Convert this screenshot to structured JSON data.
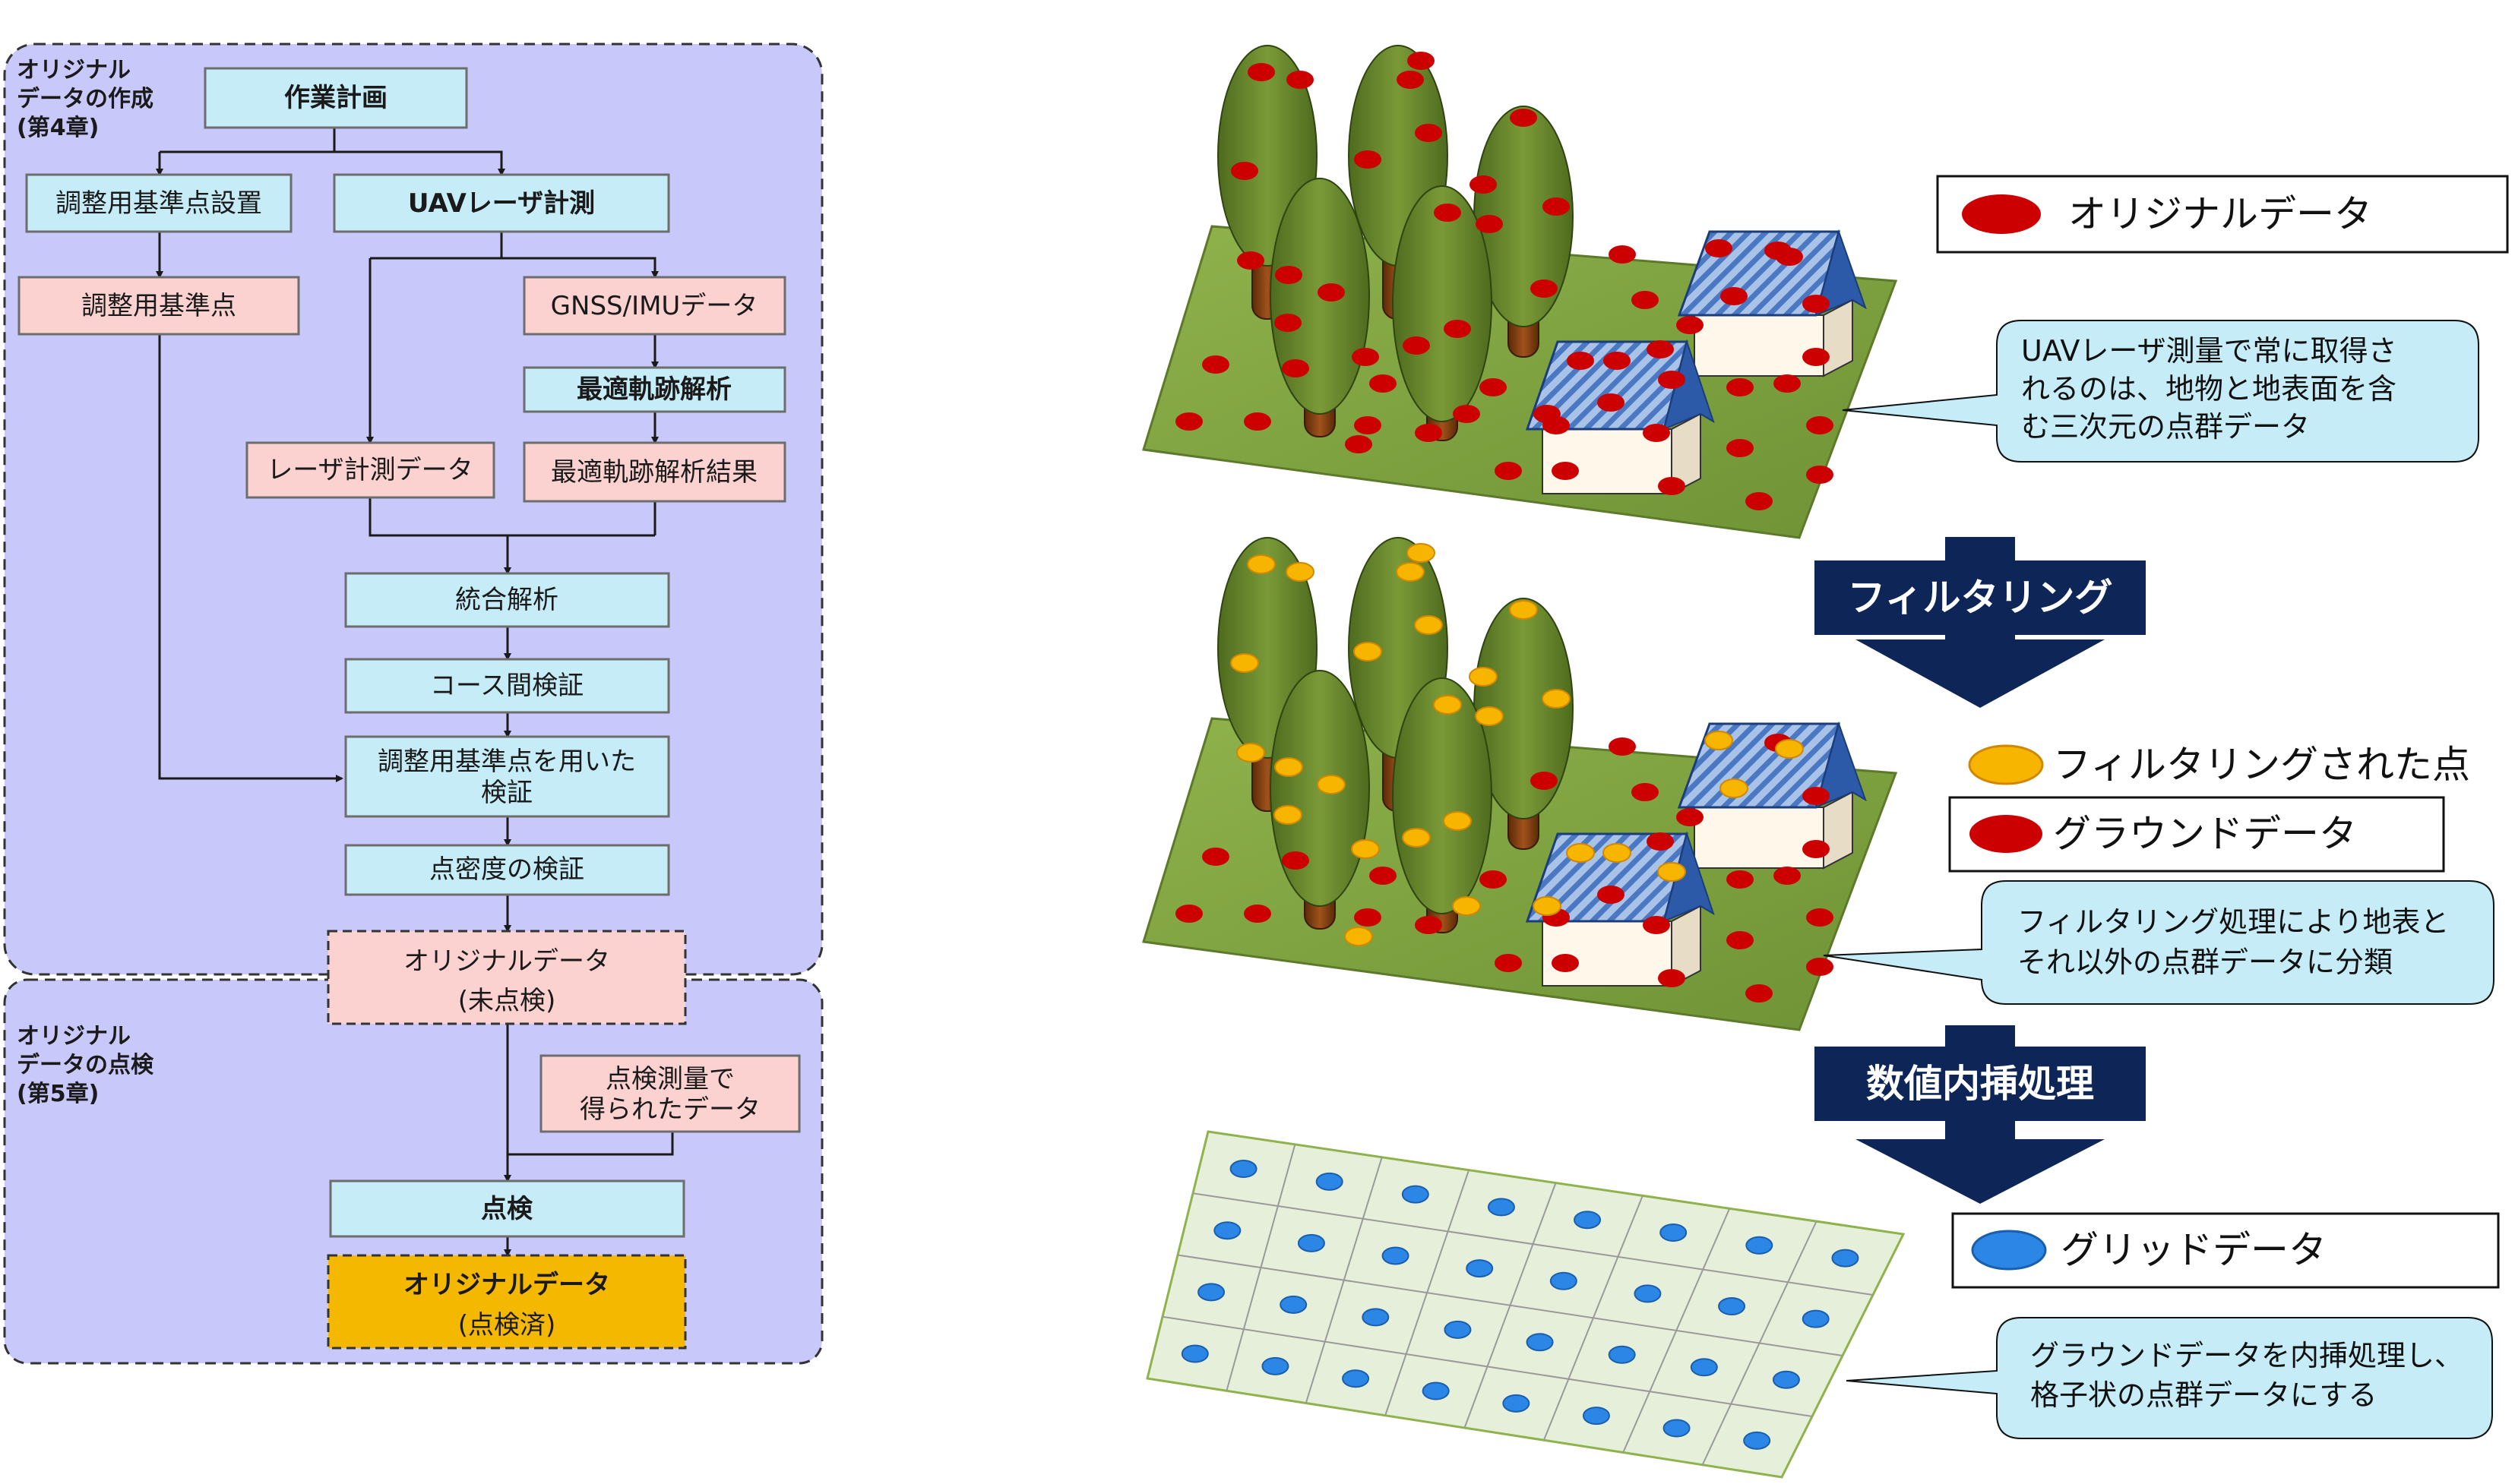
{
  "flowchart": {
    "section_create_label": [
      "オリジナル",
      "データの作成",
      "(第4章)"
    ],
    "section_inspect_label": [
      "オリジナル",
      "データの点検",
      "(第5章)"
    ],
    "work_plan": "作業計画",
    "adjust_point_setup": "調整用基準点設置",
    "uav_laser": "UAVレーザ計測",
    "adjust_point": "調整用基準点",
    "gnss_imu": "GNSS/IMUデータ",
    "optimal_traj": "最適軌跡解析",
    "laser_data": "レーザ計測データ",
    "optimal_traj_result": "最適軌跡解析結果",
    "integrated_analysis": "統合解析",
    "course_verify": "コース間検証",
    "adjust_verify": [
      "調整用基準点を用いた",
      "検証"
    ],
    "density_verify": "点密度の検証",
    "original_unchecked": "オリジナルデータ",
    "original_unchecked_sub": "(未点検)",
    "inspection_data": [
      "点検測量で",
      "得られたデータ"
    ],
    "inspection": "点検",
    "original_checked": "オリジナルデータ",
    "original_checked_sub": "(点検済)"
  },
  "illustration": {
    "legend_original": "オリジナルデータ",
    "callout_1": [
      "UAVレーザ測量で常に取得さ",
      "れるのは、地物と地表面を含",
      "む三次元の点群データ"
    ],
    "step_filter": "フィルタリング",
    "legend_filtered": "フィルタリングされた点",
    "legend_ground": "グラウンドデータ",
    "callout_2": [
      "フィルタリング処理により地表と",
      "それ以外の点群データに分類"
    ],
    "step_interp": "数値内挿処理",
    "legend_grid": "グリッドデータ",
    "callout_3": [
      "グラウンドデータを内挿処理し、",
      "格子状の点群データにする"
    ]
  },
  "colors": {
    "panel_create": "#c8c8fa",
    "panel_inspect": "#c8c8fa",
    "box_blue": "#c5ecf7",
    "box_pink": "#fbd2d0",
    "box_orange": "#f5b800",
    "navy_arrow": "#0d2557",
    "red_point": "#cc0000",
    "orange_point": "#f7b500",
    "blue_point": "#2b86e6",
    "ground_green": "#7fa040",
    "grid_ground": "#e6efd9"
  }
}
